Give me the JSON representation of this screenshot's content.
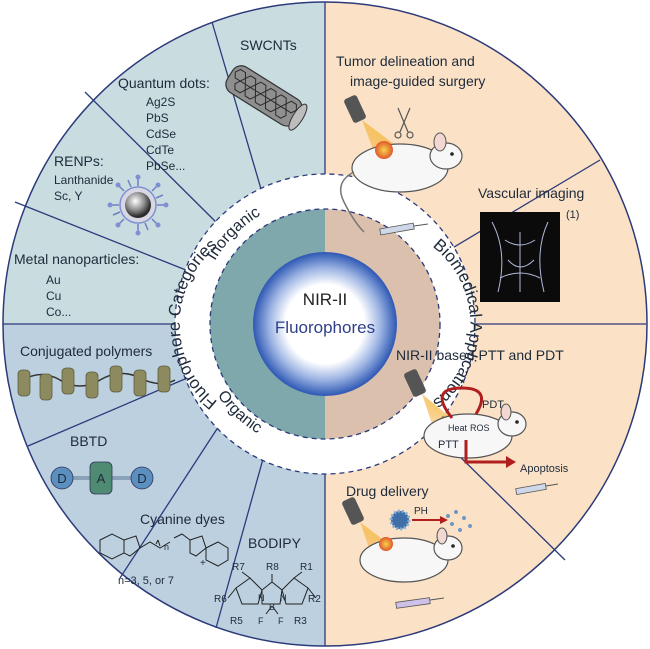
{
  "center": {
    "line1": "NIR-II",
    "line2": "Fluorophores"
  },
  "inner_ring": {
    "left": "Fluorophore Categories",
    "right": "Biomedical Applications"
  },
  "middle_ring": {
    "top": "Inorganic",
    "bottom": "Organic"
  },
  "inorganic": {
    "swcnts": {
      "title": "SWCNTs"
    },
    "quantum_dots": {
      "title": "Quantum dots:",
      "items": [
        "Ag2S",
        "PbS",
        "CdSe",
        "CdTe",
        "PbSe..."
      ]
    },
    "renps": {
      "title": "RENPs:",
      "items": [
        "Lanthanide",
        "Sc, Y"
      ]
    },
    "metal": {
      "title": "Metal nanoparticles:",
      "items": [
        "Au",
        "Cu",
        "Co..."
      ]
    }
  },
  "organic": {
    "polymers": {
      "title": "Conjugated polymers"
    },
    "bbtd": {
      "title": "BBTD",
      "d_left": "D",
      "a": "A",
      "d_right": "D"
    },
    "cyanine": {
      "title": "Cyanine dyes",
      "n_label": "n",
      "n_values": "n=3, 5, or 7",
      "plus": "+"
    },
    "bodipy": {
      "title": "BODIPY",
      "r7": "R7",
      "r8": "R8",
      "r1": "R1",
      "r6": "R6",
      "r2": "R2",
      "r5": "R5",
      "r3": "R3",
      "b": "B",
      "n1": "N",
      "n2": "N",
      "f1": "F",
      "f2": "F"
    }
  },
  "applications": {
    "tumor": {
      "line1": "Tumor delineation and",
      "line2": "image-guided surgery"
    },
    "vascular": {
      "title": "Vascular imaging",
      "ref": "(1)"
    },
    "ptt_pdt": {
      "title": "NIR-II based PTT and PDT",
      "pdt": "PDT",
      "ptt": "PTT",
      "heat": "Heat",
      "ros": "ROS",
      "apoptosis": "Apoptosis"
    },
    "drug": {
      "title": "Drug delivery",
      "ph": "PH"
    }
  },
  "colors": {
    "inorganic_fill": "#c9dde1",
    "organic_fill": "#bcd0df",
    "applications_fill": "#fbe2c6",
    "left_inner_ring": "#7fa8ad",
    "right_inner_ring": "#dcc0ae",
    "center_blue": "#2f5bb5",
    "divider": "#2c3a7a"
  }
}
